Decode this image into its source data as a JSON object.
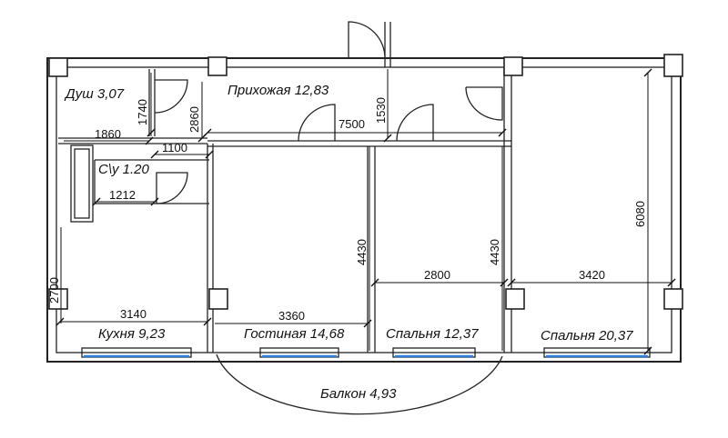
{
  "rooms": {
    "shower": "Душ 3,07",
    "hallway": "Прихожая 12,83",
    "wc": "С\\у 1.20",
    "kitchen": "Кухня 9,23",
    "living": "Гостиная 14,68",
    "bedroom1": "Спальня 12,37",
    "bedroom2": "Спальня 20,37",
    "balcony": "Балкон 4,93"
  },
  "dimensions": {
    "d1740": "1740",
    "d2860": "2860",
    "d1530": "1530",
    "d7500": "7500",
    "d1860": "1860",
    "d1100": "1100",
    "d1212": "1212",
    "d2700": "2700",
    "d3140": "3140",
    "d3360": "3360",
    "d4430a": "4430",
    "d4430b": "4430",
    "d2800": "2800",
    "d3420": "3420",
    "d6080": "6080"
  },
  "colors": {
    "window": "#2f7fd6",
    "lines": "#222222"
  }
}
